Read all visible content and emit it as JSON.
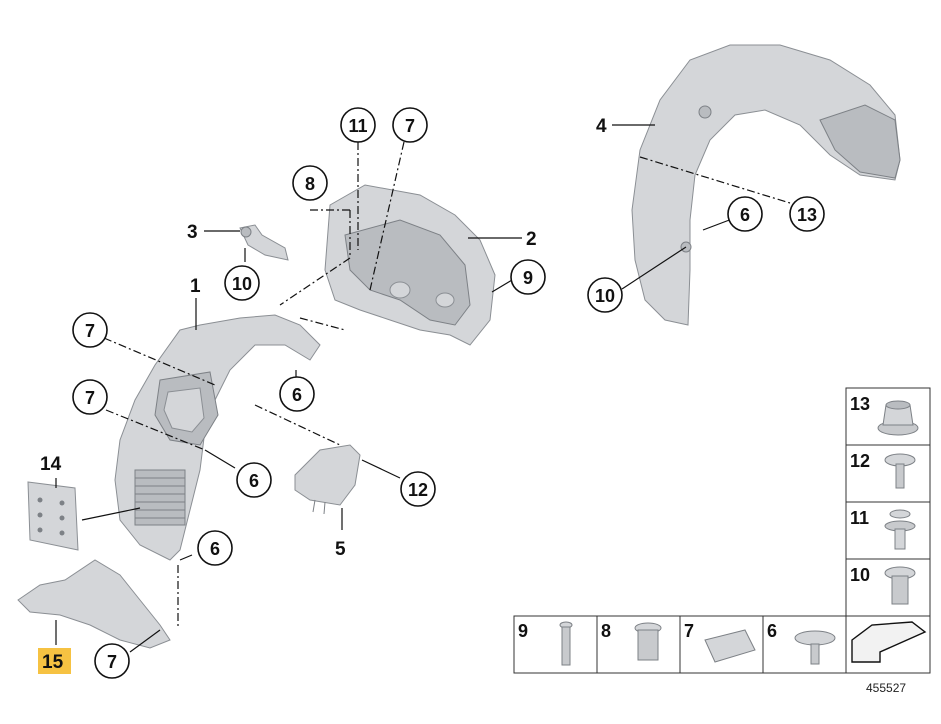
{
  "diagram_id": "455527",
  "callouts": {
    "c1": "1",
    "c2": "2",
    "c3": "3",
    "c4": "4",
    "c5": "5",
    "c6a": "6",
    "c6b": "6",
    "c6c": "6",
    "c6d": "6",
    "c7a": "7",
    "c7b": "7",
    "c7c": "7",
    "c7d": "7",
    "c8": "8",
    "c9": "9",
    "c10a": "10",
    "c10b": "10",
    "c11": "11",
    "c12": "12",
    "c13": "13",
    "c14": "14",
    "c15": "15"
  },
  "legend": {
    "r13": "13",
    "r12": "12",
    "r11": "11",
    "r10": "10",
    "b9": "9",
    "b8": "8",
    "b7": "7",
    "b6": "6"
  },
  "colors": {
    "highlight": "#f6c242",
    "part_fill": "#d4d6d9",
    "outline": "#111111"
  }
}
